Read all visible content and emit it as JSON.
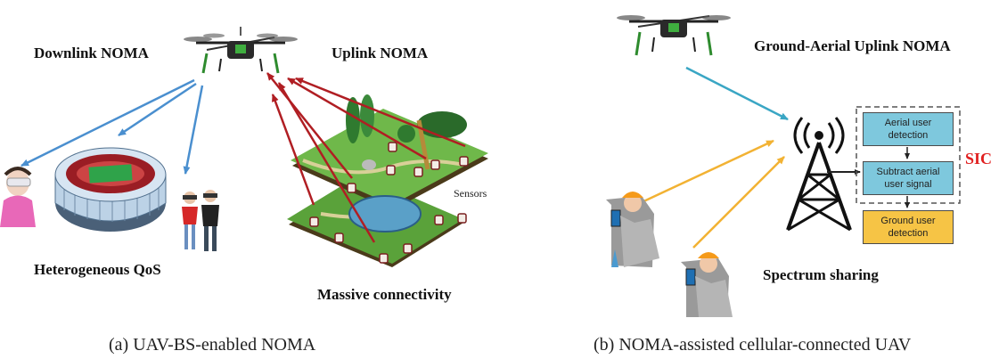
{
  "panel_a": {
    "downlink_label": "Downlink NOMA",
    "uplink_label": "Uplink NOMA",
    "sensors_label": "Sensors",
    "qos_label": "Heterogeneous QoS",
    "connectivity_label": "Massive connectivity",
    "caption": "(a) UAV-BS-enabled NOMA"
  },
  "panel_b": {
    "ground_aerial_label": "Ground-Aerial Uplink NOMA",
    "spectrum_label": "Spectrum sharing",
    "caption": "(b) NOMA-assisted cellular-connected UAV",
    "sic_label": "SIC",
    "boxes": {
      "aerial_detection": [
        "Aerial user",
        "detection"
      ],
      "subtract_signal": [
        "Subtract aerial",
        "user signal"
      ],
      "ground_detection": [
        "Ground user",
        "detection"
      ]
    }
  },
  "colors": {
    "downlink_arrow": "#4a8fcf",
    "uplink_arrow": "#b01e23",
    "aerial_arrow": "#3aa6c4",
    "ground_arrow": "#f2b233",
    "sic_box_fill": "#7ec8dd",
    "ground_box_fill": "#f6c445",
    "sic_text": "#e02020"
  }
}
